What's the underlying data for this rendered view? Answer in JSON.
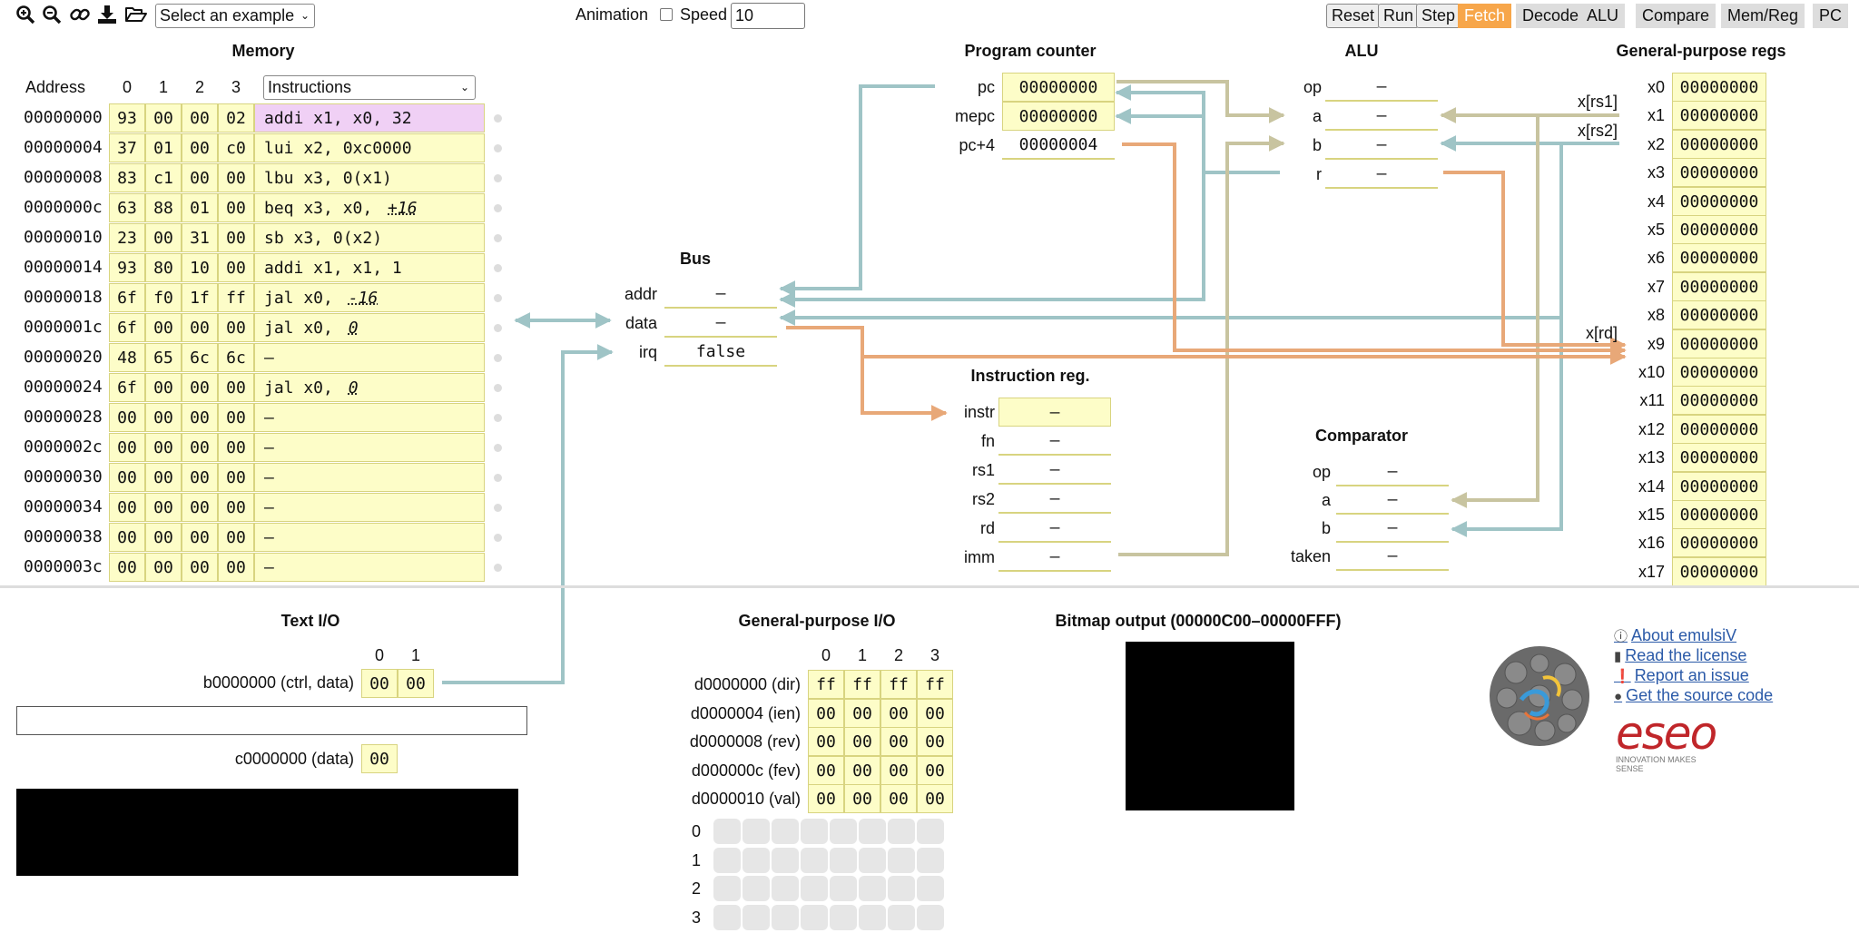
{
  "toolbar": {
    "select_example": "Select an example",
    "animation_label": "Animation",
    "speed_label": "Speed",
    "speed_value": "10",
    "buttons": [
      "Reset",
      "Run",
      "Step"
    ],
    "stages": [
      "Fetch",
      "Decode",
      "ALU",
      "Compare",
      "Mem/Reg",
      "PC"
    ],
    "active_stage": "Fetch",
    "icons": [
      "zoom-in-icon",
      "zoom-out-icon",
      "link-icon",
      "download-icon",
      "open-folder-icon"
    ]
  },
  "memory": {
    "title": "Memory",
    "address_header": "Address",
    "byte_headers": [
      "0",
      "1",
      "2",
      "3"
    ],
    "view_select": "Instructions",
    "rows": [
      {
        "addr": "00000000",
        "b": [
          "93",
          "00",
          "00",
          "02"
        ],
        "asm": "addi x1, x0, 32",
        "hl": true
      },
      {
        "addr": "00000004",
        "b": [
          "37",
          "01",
          "00",
          "c0"
        ],
        "asm": "lui x2, 0xc0000"
      },
      {
        "addr": "00000008",
        "b": [
          "83",
          "c1",
          "00",
          "00"
        ],
        "asm": "lbu x3, 0(x1)"
      },
      {
        "addr": "0000000c",
        "b": [
          "63",
          "88",
          "01",
          "00"
        ],
        "asm": "beq x3, x0, ",
        "off": "+16"
      },
      {
        "addr": "00000010",
        "b": [
          "23",
          "00",
          "31",
          "00"
        ],
        "asm": "sb x3, 0(x2)"
      },
      {
        "addr": "00000014",
        "b": [
          "93",
          "80",
          "10",
          "00"
        ],
        "asm": "addi x1, x1, 1"
      },
      {
        "addr": "00000018",
        "b": [
          "6f",
          "f0",
          "1f",
          "ff"
        ],
        "asm": "jal x0, ",
        "off": "-16"
      },
      {
        "addr": "0000001c",
        "b": [
          "6f",
          "00",
          "00",
          "00"
        ],
        "asm": "jal x0, ",
        "off": "0"
      },
      {
        "addr": "00000020",
        "b": [
          "48",
          "65",
          "6c",
          "6c"
        ],
        "asm": "–"
      },
      {
        "addr": "00000024",
        "b": [
          "6f",
          "00",
          "00",
          "00"
        ],
        "asm": "jal x0, ",
        "off": "0"
      },
      {
        "addr": "00000028",
        "b": [
          "00",
          "00",
          "00",
          "00"
        ],
        "asm": "–"
      },
      {
        "addr": "0000002c",
        "b": [
          "00",
          "00",
          "00",
          "00"
        ],
        "asm": "–"
      },
      {
        "addr": "00000030",
        "b": [
          "00",
          "00",
          "00",
          "00"
        ],
        "asm": "–"
      },
      {
        "addr": "00000034",
        "b": [
          "00",
          "00",
          "00",
          "00"
        ],
        "asm": "–"
      },
      {
        "addr": "00000038",
        "b": [
          "00",
          "00",
          "00",
          "00"
        ],
        "asm": "–"
      },
      {
        "addr": "0000003c",
        "b": [
          "00",
          "00",
          "00",
          "00"
        ],
        "asm": "–"
      }
    ]
  },
  "bus": {
    "title": "Bus",
    "rows": [
      {
        "label": "addr",
        "value": "–"
      },
      {
        "label": "data",
        "value": "–"
      },
      {
        "label": "irq",
        "value": "false"
      }
    ]
  },
  "pc": {
    "title": "Program counter",
    "rows": [
      {
        "label": "pc",
        "value": "00000000",
        "hl": true
      },
      {
        "label": "mepc",
        "value": "00000000",
        "hl": true
      },
      {
        "label": "pc+4",
        "value": "00000004"
      }
    ]
  },
  "ir": {
    "title": "Instruction reg.",
    "rows": [
      {
        "label": "instr",
        "value": "–",
        "hl": true
      },
      {
        "label": "fn",
        "value": "–"
      },
      {
        "label": "rs1",
        "value": "–"
      },
      {
        "label": "rs2",
        "value": "–"
      },
      {
        "label": "rd",
        "value": "–"
      },
      {
        "label": "imm",
        "value": "–"
      }
    ]
  },
  "alu": {
    "title": "ALU",
    "rows": [
      {
        "label": "op",
        "value": "–"
      },
      {
        "label": "a",
        "value": "–"
      },
      {
        "label": "b",
        "value": "–"
      },
      {
        "label": "r",
        "value": "–"
      }
    ]
  },
  "cmp": {
    "title": "Comparator",
    "rows": [
      {
        "label": "op",
        "value": "–"
      },
      {
        "label": "a",
        "value": "–"
      },
      {
        "label": "b",
        "value": "–"
      },
      {
        "label": "taken",
        "value": "–"
      }
    ]
  },
  "regs": {
    "title": "General-purpose regs",
    "rs1": "x[rs1]",
    "rs2": "x[rs2]",
    "rd": "x[rd]",
    "rows": [
      {
        "name": "x0",
        "v": "00000000"
      },
      {
        "name": "x1",
        "v": "00000000"
      },
      {
        "name": "x2",
        "v": "00000000"
      },
      {
        "name": "x3",
        "v": "00000000"
      },
      {
        "name": "x4",
        "v": "00000000"
      },
      {
        "name": "x5",
        "v": "00000000"
      },
      {
        "name": "x6",
        "v": "00000000"
      },
      {
        "name": "x7",
        "v": "00000000"
      },
      {
        "name": "x8",
        "v": "00000000"
      },
      {
        "name": "x9",
        "v": "00000000"
      },
      {
        "name": "x10",
        "v": "00000000"
      },
      {
        "name": "x11",
        "v": "00000000"
      },
      {
        "name": "x12",
        "v": "00000000"
      },
      {
        "name": "x13",
        "v": "00000000"
      },
      {
        "name": "x14",
        "v": "00000000"
      },
      {
        "name": "x15",
        "v": "00000000"
      },
      {
        "name": "x16",
        "v": "00000000"
      },
      {
        "name": "x17",
        "v": "00000000"
      }
    ]
  },
  "textio": {
    "title": "Text I/O",
    "cols": [
      "0",
      "1"
    ],
    "ctrl_label": "b0000000 (ctrl, data)",
    "ctrl_values": [
      "00",
      "00"
    ],
    "data_label": "c0000000 (data)",
    "data_value": "00"
  },
  "gpio": {
    "title": "General-purpose I/O",
    "cols": [
      "0",
      "1",
      "2",
      "3"
    ],
    "rows": [
      {
        "label": "d0000000 (dir)",
        "v": [
          "ff",
          "ff",
          "ff",
          "ff"
        ]
      },
      {
        "label": "d0000004 (ien)",
        "v": [
          "00",
          "00",
          "00",
          "00"
        ]
      },
      {
        "label": "d0000008 (rev)",
        "v": [
          "00",
          "00",
          "00",
          "00"
        ]
      },
      {
        "label": "d000000c (fev)",
        "v": [
          "00",
          "00",
          "00",
          "00"
        ]
      },
      {
        "label": "d0000010 (val)",
        "v": [
          "00",
          "00",
          "00",
          "00"
        ]
      }
    ],
    "pin_rows": [
      "0",
      "1",
      "2",
      "3"
    ]
  },
  "bitmap": {
    "title": "Bitmap output (00000C00–00000FFF)"
  },
  "links": [
    {
      "icon": "info-icon",
      "text": "About emulsiV"
    },
    {
      "icon": "document-icon",
      "text": "Read the license"
    },
    {
      "icon": "alert-icon",
      "text": "Report an issue"
    },
    {
      "icon": "github-icon",
      "text": "Get the source code"
    }
  ],
  "logo": {
    "brand": "eseo",
    "tagline": "INNOVATION MAKES SENSE"
  },
  "colors": {
    "cell_bg": "#fdfdc8",
    "cell_border": "#d8d480",
    "highlight": "#f0d0f5",
    "stage_active": "#f7a64a",
    "blue_wire": "#9fc4c6",
    "orange_wire": "#e8a878",
    "tan_wire": "#c8c4a0"
  }
}
